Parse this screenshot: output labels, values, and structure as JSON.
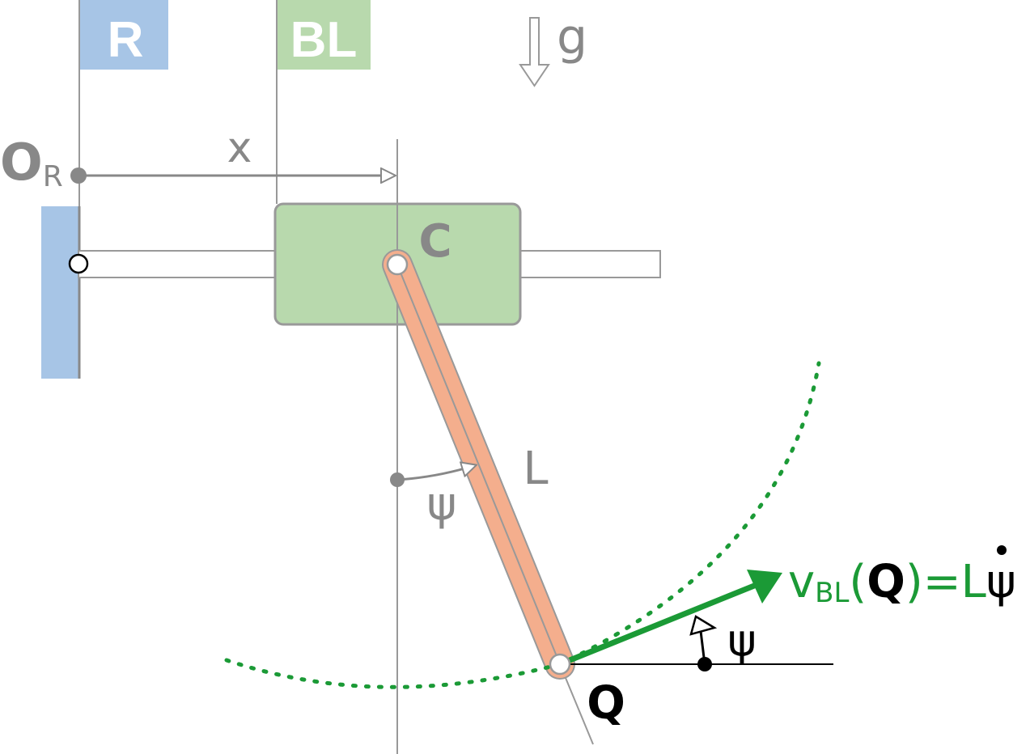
{
  "frames": {
    "reference": {
      "label": "R",
      "color": "#a7c5e6"
    },
    "body": {
      "label": "BL",
      "color": "#b8d9ad"
    }
  },
  "gravity": {
    "label": "g"
  },
  "origin": {
    "label": "O",
    "subscript": "R"
  },
  "coordinate": {
    "label": "x"
  },
  "slider": {
    "point_label": "C",
    "color": "#b8d9ad"
  },
  "rod": {
    "length_label": "L",
    "color": "#f4ae8d"
  },
  "angle": {
    "symbol": "ψ"
  },
  "endpoint": {
    "label": "Q"
  },
  "velocity": {
    "label_v": "v",
    "label_sub": "BL",
    "label_open": "(",
    "label_point": "Q",
    "label_close": ")",
    "label_eq": "=L",
    "label_psi": "ψ",
    "color": "#1b9a36"
  },
  "angle_at_q": {
    "symbol": "ψ"
  }
}
